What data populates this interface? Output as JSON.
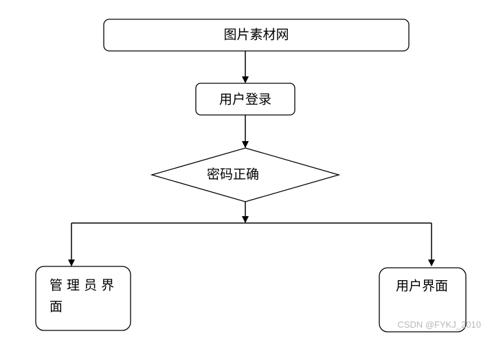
{
  "diagram": {
    "nodes": {
      "site": {
        "label": "图片素材网"
      },
      "login": {
        "label": "用户登录"
      },
      "check": {
        "label": "密码正确"
      },
      "admin": {
        "label_line1": "管 理 员 界",
        "label_line2": "面"
      },
      "user": {
        "label": "用户界面"
      }
    },
    "edges": [
      {
        "from": "site",
        "to": "login"
      },
      {
        "from": "login",
        "to": "check"
      },
      {
        "from": "check",
        "to": "admin"
      },
      {
        "from": "check",
        "to": "user"
      }
    ]
  },
  "watermark": {
    "text": "CSDN @FYKJ_2010"
  },
  "colors": {
    "stroke": "#000000",
    "background": "#ffffff",
    "watermark": "#b8b8b8"
  }
}
